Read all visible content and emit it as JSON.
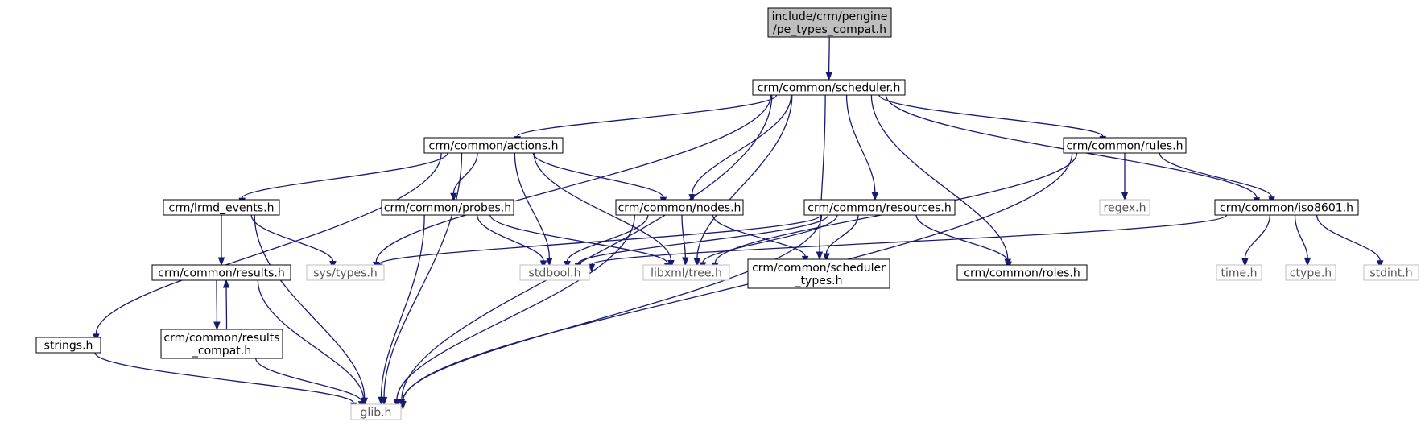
{
  "colors": {
    "edge": "#191970",
    "root_fill": "#bfbfbf",
    "node_border": "#000000",
    "external_border": "#bfbfbf",
    "background": "#ffffff"
  },
  "nodes": [
    {
      "id": "pe_types_compat",
      "lines": [
        "include/crm/pengine",
        "/pe_types_compat.h"
      ],
      "kind": "root"
    },
    {
      "id": "scheduler",
      "lines": [
        "crm/common/scheduler.h"
      ],
      "kind": "internal"
    },
    {
      "id": "actions",
      "lines": [
        "crm/common/actions.h"
      ],
      "kind": "internal"
    },
    {
      "id": "rules",
      "lines": [
        "crm/common/rules.h"
      ],
      "kind": "internal"
    },
    {
      "id": "lrmd_events",
      "lines": [
        "crm/lrmd_events.h"
      ],
      "kind": "internal"
    },
    {
      "id": "probes",
      "lines": [
        "crm/common/probes.h"
      ],
      "kind": "internal"
    },
    {
      "id": "nodes",
      "lines": [
        "crm/common/nodes.h"
      ],
      "kind": "internal"
    },
    {
      "id": "resources",
      "lines": [
        "crm/common/resources.h"
      ],
      "kind": "internal"
    },
    {
      "id": "regex",
      "lines": [
        "regex.h"
      ],
      "kind": "external"
    },
    {
      "id": "iso8601",
      "lines": [
        "crm/common/iso8601.h"
      ],
      "kind": "internal"
    },
    {
      "id": "results",
      "lines": [
        "crm/common/results.h"
      ],
      "kind": "internal"
    },
    {
      "id": "systypes",
      "lines": [
        "sys/types.h"
      ],
      "kind": "external"
    },
    {
      "id": "stdbool",
      "lines": [
        "stdbool.h"
      ],
      "kind": "external"
    },
    {
      "id": "libxml",
      "lines": [
        "libxml/tree.h"
      ],
      "kind": "external"
    },
    {
      "id": "sched_types",
      "lines": [
        "crm/common/scheduler",
        "_types.h"
      ],
      "kind": "internal"
    },
    {
      "id": "roles",
      "lines": [
        "crm/common/roles.h"
      ],
      "kind": "internal"
    },
    {
      "id": "time",
      "lines": [
        "time.h"
      ],
      "kind": "external"
    },
    {
      "id": "ctype",
      "lines": [
        "ctype.h"
      ],
      "kind": "external"
    },
    {
      "id": "stdint",
      "lines": [
        "stdint.h"
      ],
      "kind": "external"
    },
    {
      "id": "strings",
      "lines": [
        "strings.h"
      ],
      "kind": "internal"
    },
    {
      "id": "results_compat",
      "lines": [
        "crm/common/results",
        "_compat.h"
      ],
      "kind": "internal"
    },
    {
      "id": "glib",
      "lines": [
        "glib.h"
      ],
      "kind": "external"
    }
  ],
  "edges": [
    [
      "pe_types_compat",
      "scheduler"
    ],
    [
      "scheduler",
      "actions"
    ],
    [
      "scheduler",
      "rules"
    ],
    [
      "scheduler",
      "nodes"
    ],
    [
      "scheduler",
      "resources"
    ],
    [
      "scheduler",
      "iso8601"
    ],
    [
      "scheduler",
      "systypes"
    ],
    [
      "scheduler",
      "libxml"
    ],
    [
      "scheduler",
      "sched_types"
    ],
    [
      "scheduler",
      "roles"
    ],
    [
      "scheduler",
      "glib"
    ],
    [
      "actions",
      "lrmd_events"
    ],
    [
      "actions",
      "probes"
    ],
    [
      "actions",
      "nodes"
    ],
    [
      "actions",
      "stdbool"
    ],
    [
      "actions",
      "libxml"
    ],
    [
      "actions",
      "strings"
    ],
    [
      "actions",
      "glib"
    ],
    [
      "rules",
      "regex"
    ],
    [
      "rules",
      "iso8601"
    ],
    [
      "rules",
      "libxml"
    ],
    [
      "rules",
      "glib"
    ],
    [
      "lrmd_events",
      "results"
    ],
    [
      "lrmd_events",
      "systypes"
    ],
    [
      "lrmd_events",
      "glib"
    ],
    [
      "probes",
      "stdbool"
    ],
    [
      "probes",
      "libxml"
    ],
    [
      "probes",
      "glib"
    ],
    [
      "nodes",
      "stdbool"
    ],
    [
      "nodes",
      "libxml"
    ],
    [
      "nodes",
      "sched_types"
    ],
    [
      "nodes",
      "glib"
    ],
    [
      "resources",
      "systypes"
    ],
    [
      "resources",
      "stdbool"
    ],
    [
      "resources",
      "libxml"
    ],
    [
      "resources",
      "sched_types"
    ],
    [
      "resources",
      "roles"
    ],
    [
      "resources",
      "glib"
    ],
    [
      "iso8601",
      "time"
    ],
    [
      "iso8601",
      "ctype"
    ],
    [
      "iso8601",
      "stdint"
    ],
    [
      "iso8601",
      "stdbool"
    ],
    [
      "results",
      "results_compat"
    ],
    [
      "results",
      "glib"
    ],
    [
      "results_compat",
      "results"
    ],
    [
      "results_compat",
      "glib"
    ],
    [
      "strings",
      "glib"
    ]
  ]
}
